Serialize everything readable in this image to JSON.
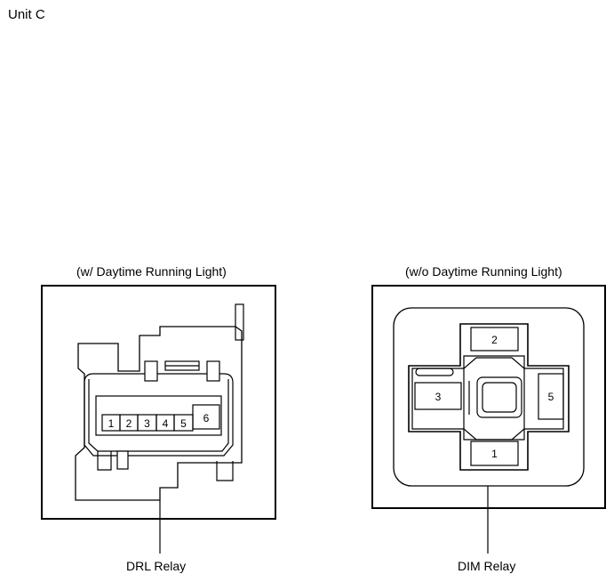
{
  "unit_title": "Unit C",
  "left_panel": {
    "caption": "(w/ Daytime Running Light)",
    "relay_label": "DRL Relay",
    "pins": [
      "1",
      "2",
      "3",
      "4",
      "5",
      "6"
    ]
  },
  "right_panel": {
    "caption": "(w/o Daytime Running Light)",
    "relay_label": "DIM Relay",
    "pins": [
      "2",
      "3",
      "5",
      "1"
    ]
  }
}
